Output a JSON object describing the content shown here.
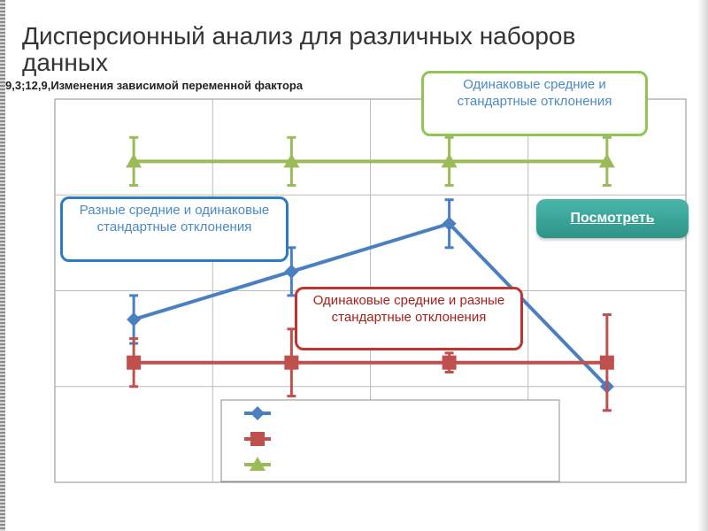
{
  "slide": {
    "title": "Дисперсионный анализ для различных наборов данных",
    "header_text": "9,3;12,9,Изменения зависимой переменной фактора",
    "view_button_label": "Посмотреть"
  },
  "callouts": {
    "green": "Одинаковые средние и стандартные отклонения",
    "blue": "Разные средние и одинаковые стандартные отклонения",
    "red": "Одинаковые средние и разные стандартные отклонения"
  },
  "colors": {
    "blue": "#4a7fc1",
    "red": "#c0504d",
    "green": "#9bbb59",
    "button": "#33a396"
  },
  "chart_data": {
    "type": "line",
    "title": "",
    "xlabel": "",
    "ylabel": "",
    "x": [
      1,
      2,
      3,
      4
    ],
    "xlim": [
      0.5,
      4.5
    ],
    "ylim": [
      0,
      4
    ],
    "grid": true,
    "legend_position": "bottom-right",
    "series": [
      {
        "key": "blue",
        "marker": "diamond",
        "values": [
          1.7,
          2.2,
          2.7,
          1.0
        ],
        "error": [
          0.25,
          0.25,
          0.25,
          0
        ]
      },
      {
        "key": "red",
        "marker": "square",
        "values": [
          1.25,
          1.25,
          1.25,
          1.25
        ],
        "error": [
          0.25,
          0.35,
          0.1,
          0.5
        ]
      },
      {
        "key": "green",
        "marker": "triangle",
        "values": [
          3.35,
          3.35,
          3.35,
          3.35
        ],
        "error": [
          0.25,
          0.25,
          0.25,
          0.25
        ]
      }
    ]
  }
}
